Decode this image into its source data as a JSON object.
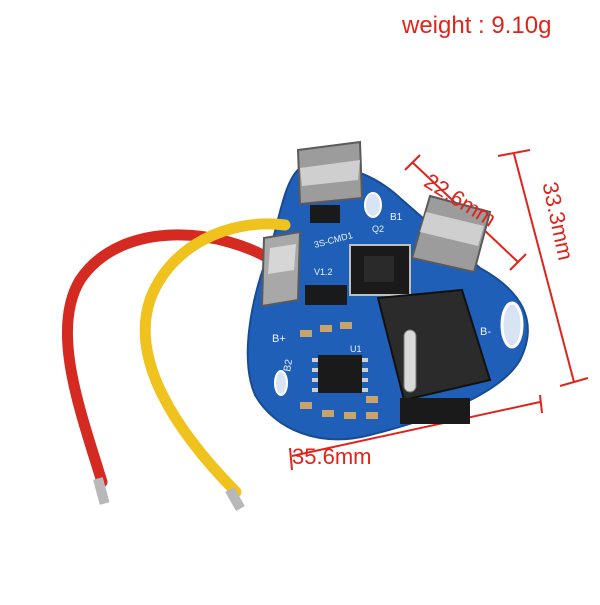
{
  "caption": {
    "weight": "weight : 9.10g",
    "width": "35.6mm",
    "diagonal": "22.6mm",
    "height": "33.3mm"
  },
  "board": {
    "model": "3S-CMD1",
    "version": "V1.2",
    "terminal_plus": "B+",
    "terminal_minus": "B-",
    "terminal_b1": "B1",
    "terminal_b2": "B2",
    "chip_label": "U1",
    "chip2_label": "Q2"
  },
  "colors": {
    "annotation": "#e0241b",
    "pcb": "#1f5fb8",
    "wire_red": "#d42a22",
    "wire_yellow": "#f0c21d"
  }
}
